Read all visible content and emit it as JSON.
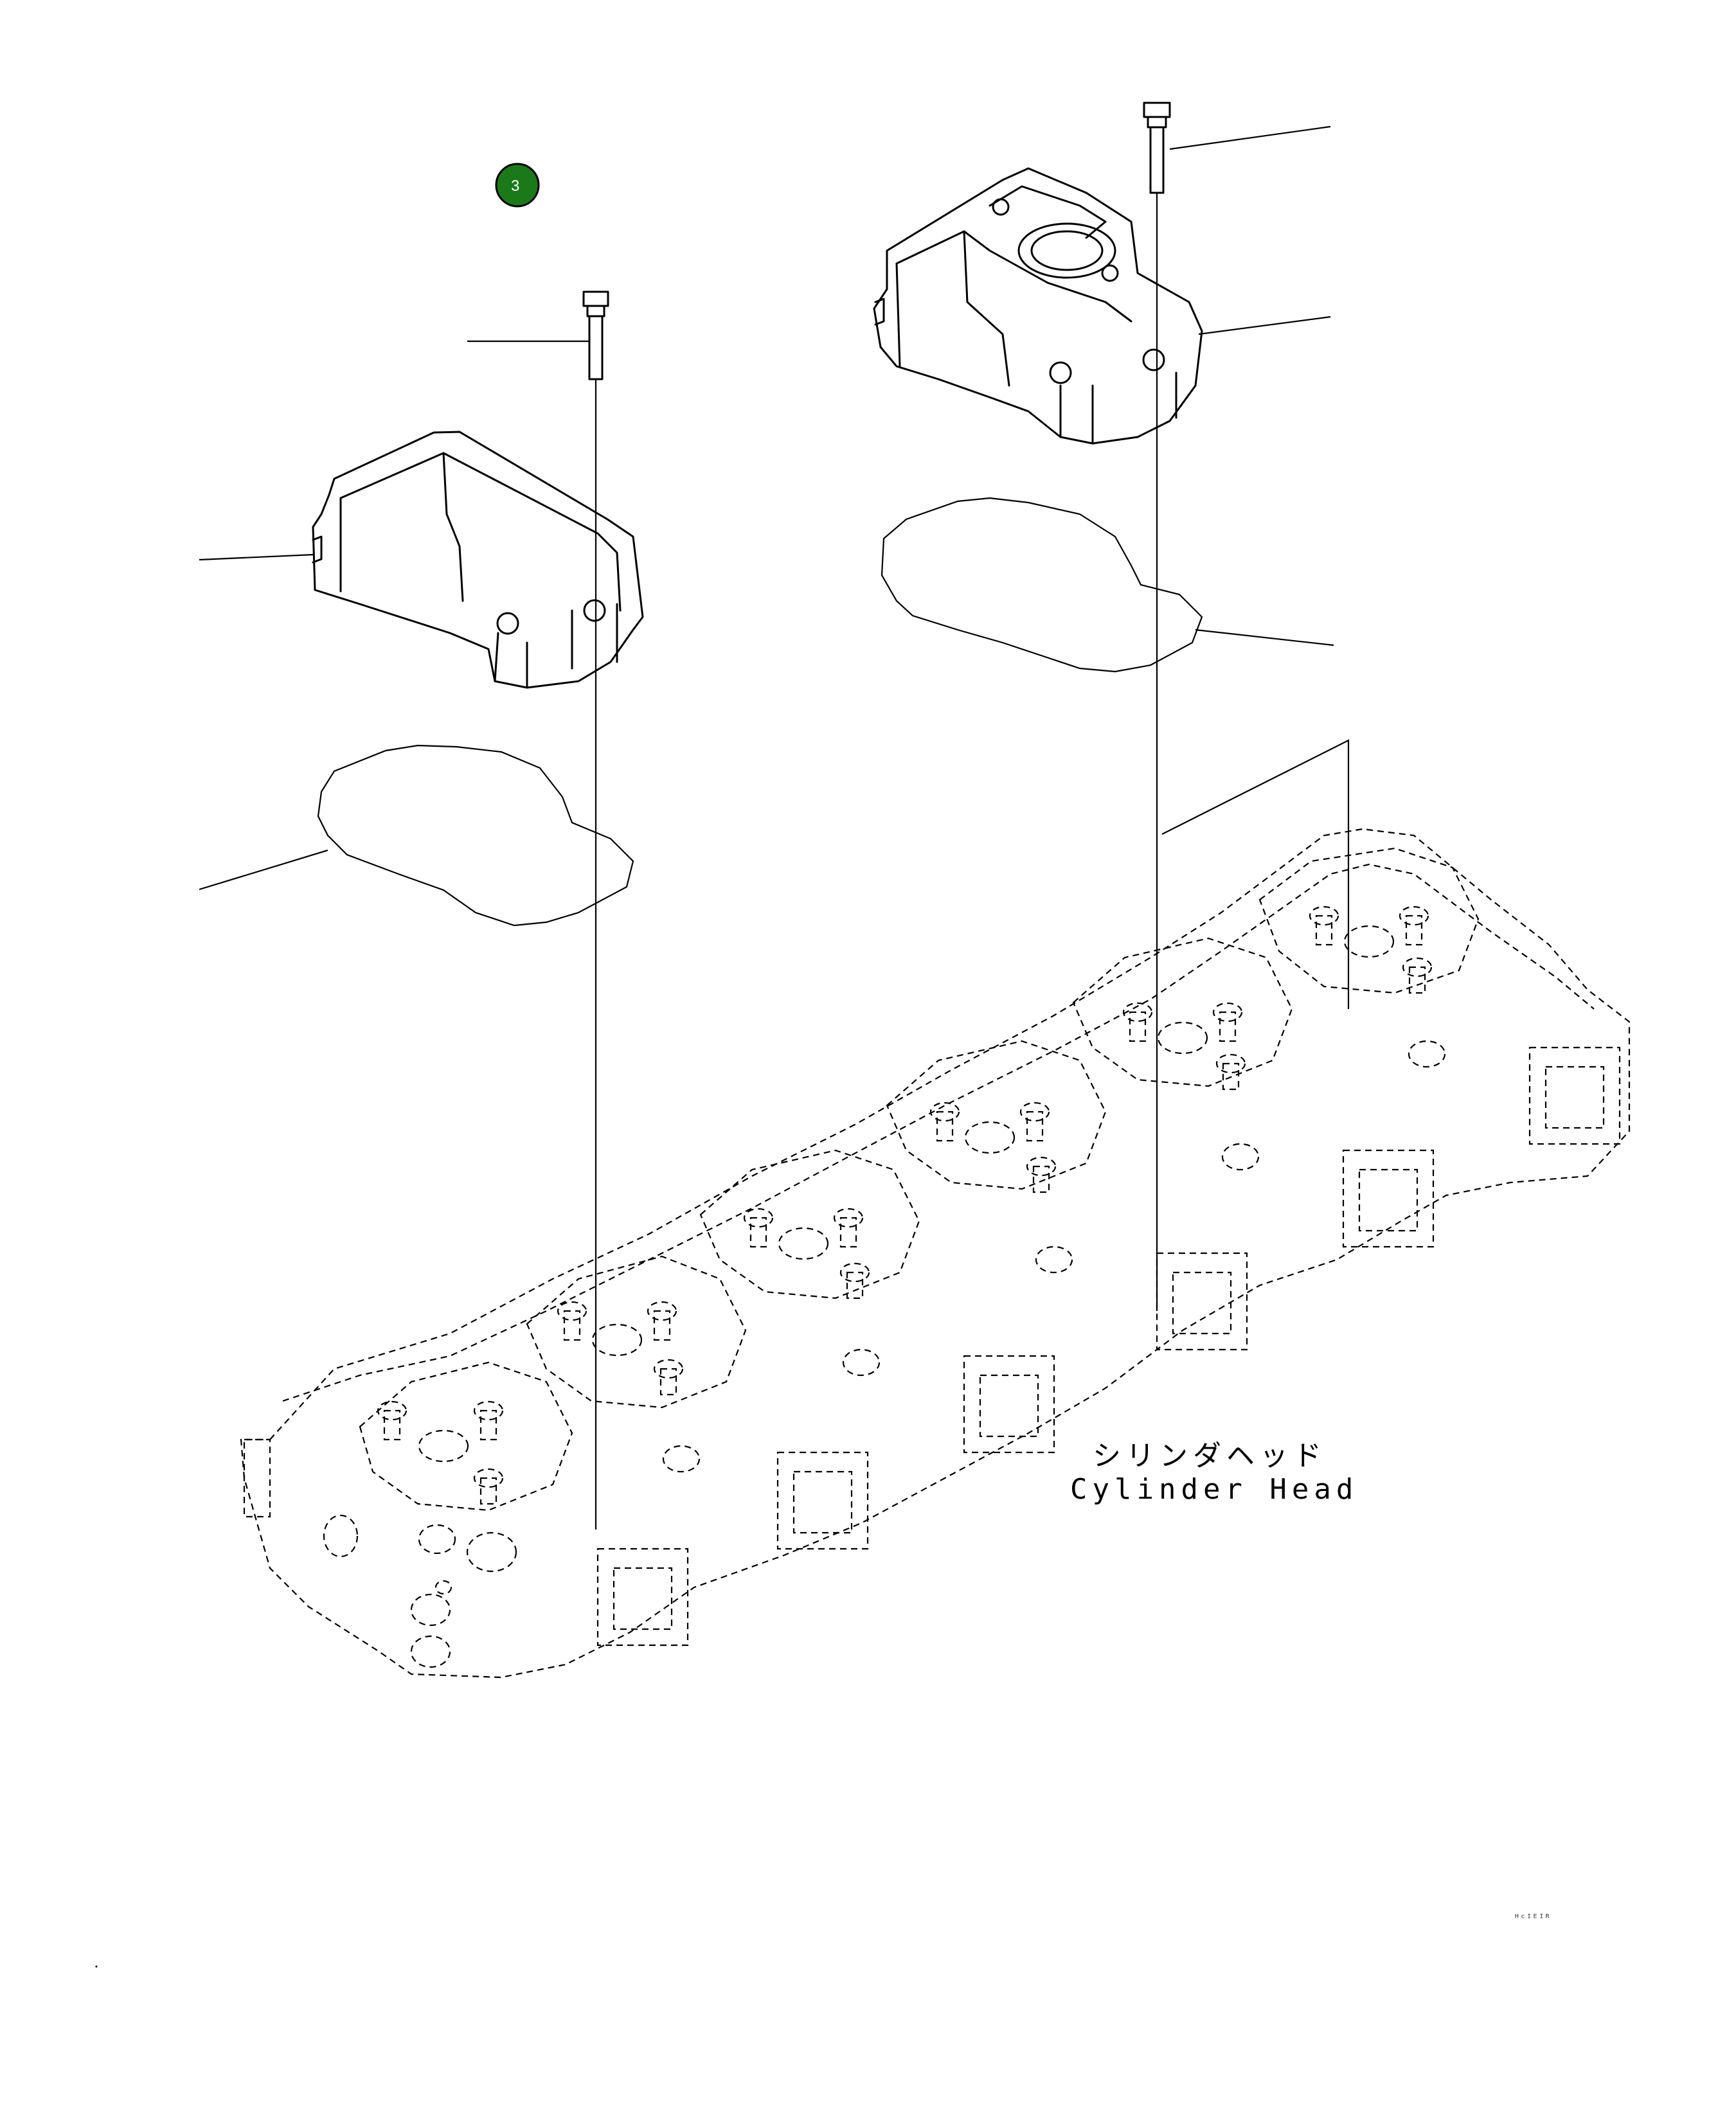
{
  "callout": {
    "number": "3",
    "color": "#1a7a1a"
  },
  "labels": {
    "jp": "シリンダヘッド",
    "en": "Cylinder Head"
  },
  "drawing_code": "ᴴᶜᴵᴱᴵᴿ"
}
